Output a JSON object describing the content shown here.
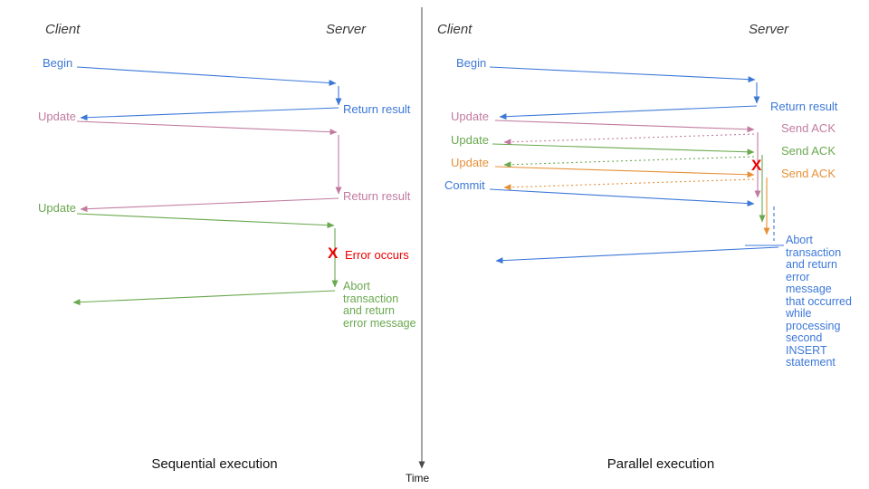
{
  "colors": {
    "blue": "#3c78d8",
    "pink": "#c27ba0",
    "green": "#6aa84f",
    "orange": "#e69138",
    "red": "#ee0000",
    "axis": "#4a4a4a",
    "actor": "#3a3a3a",
    "caption": "#111111"
  },
  "diagram": {
    "time_axis_label": "Time"
  },
  "left": {
    "title": "Sequential execution",
    "client": "Client",
    "server": "Server",
    "begin": "Begin",
    "return_result_1": "Return result",
    "update_1": "Update",
    "return_result_2": "Return result",
    "update_2": "Update",
    "error_mark": "X",
    "error_label": "Error occurs",
    "abort_message": "Abort\ntransaction\nand return\nerror message"
  },
  "right": {
    "title": "Parallel execution",
    "client": "Client",
    "server": "Server",
    "begin": "Begin",
    "return_result": "Return result",
    "update_1": "Update",
    "send_ack_1": "Send ACK",
    "update_2": "Update",
    "send_ack_2": "Send ACK",
    "update_3": "Update",
    "send_ack_3": "Send ACK",
    "error_mark": "X",
    "commit": "Commit",
    "abort_message": "Abort\ntransaction\nand return\nerror\nmessage\nthat occurred\nwhile\nprocessing\nsecond\nINSERT\nstatement"
  }
}
